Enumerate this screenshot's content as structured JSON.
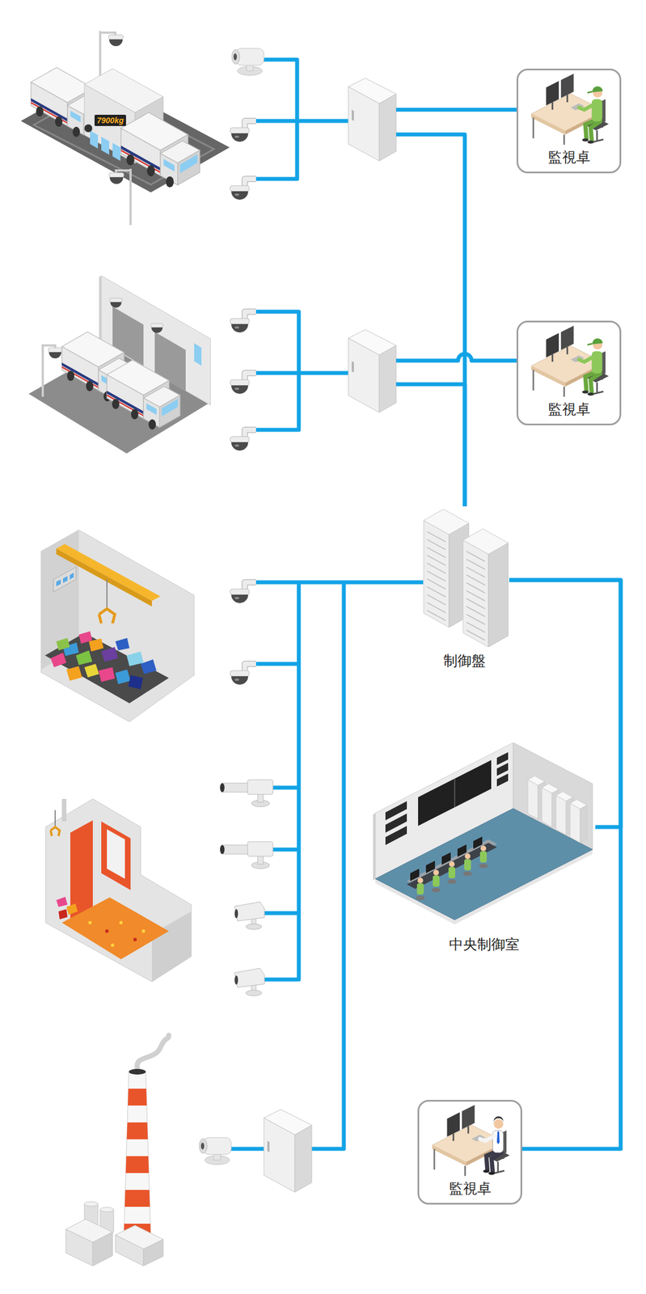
{
  "diagram": {
    "nodes": [
      {
        "text": [
          "監視卓"
        ]
      },
      {
        "text": [
          "監視卓"
        ]
      },
      {
        "text": [
          "制御盤"
        ]
      },
      {
        "text": [
          "中央制御室"
        ]
      },
      {
        "text": [
          "監視卓"
        ]
      }
    ],
    "edges": [
      {
        "from": 0,
        "to": 2,
        "arrow": "none"
      },
      {
        "from": 1,
        "to": 2,
        "arrow": "none"
      },
      {
        "from": 2,
        "to": 3,
        "arrow": "none"
      },
      {
        "from": 2,
        "to": 4,
        "arrow": "none"
      }
    ],
    "labels": [
      "7900kg"
    ]
  }
}
